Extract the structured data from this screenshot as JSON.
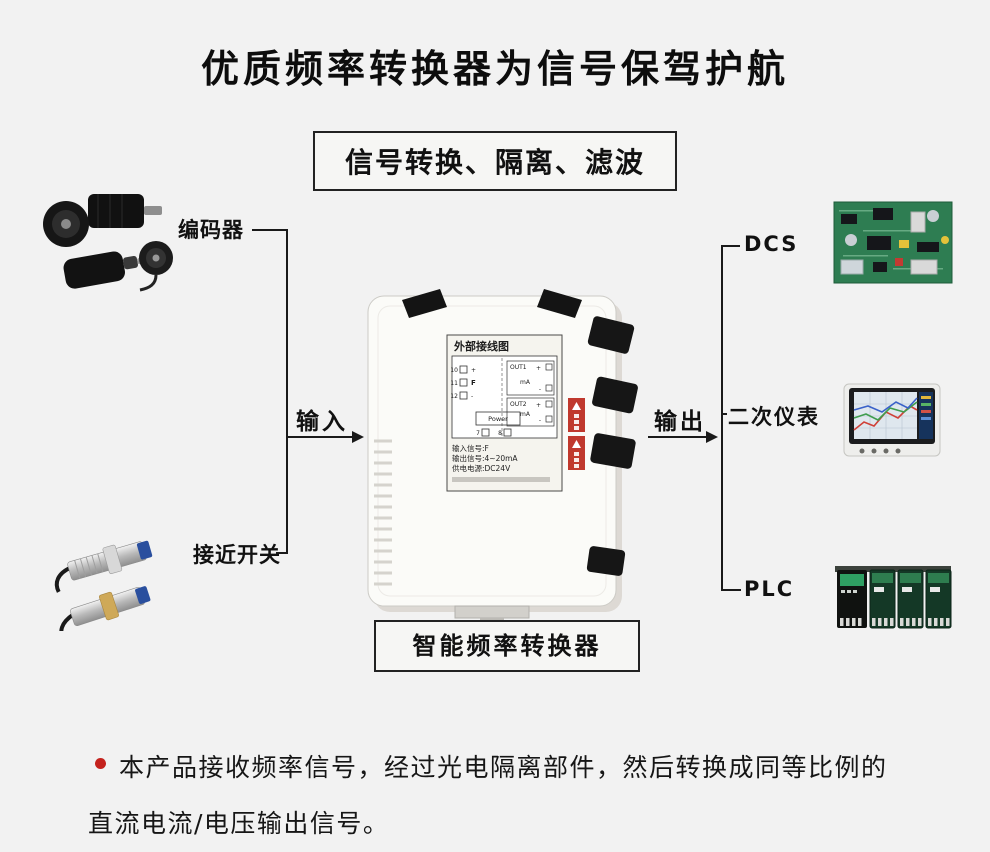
{
  "page": {
    "title": "优质频率转换器为信号保驾护航",
    "subtitle": "信号转换、隔离、滤波",
    "module_caption": "智能频率转换器",
    "description_line1": "本产品接收频率信号，经过光电隔离部件，然后转换成同等比例的",
    "description_line2": "直流电流/电压输出信号。"
  },
  "flow": {
    "input_label": "输入",
    "output_label": "输出"
  },
  "sources": [
    {
      "label": "编码器",
      "icon": "encoder-image"
    },
    {
      "label": "接近开关",
      "icon": "proximity-switch-image"
    }
  ],
  "destinations": [
    {
      "label": "DCS",
      "icon": "dcs-board-image"
    },
    {
      "label": "二次仪表",
      "icon": "secondary-instrument-image"
    },
    {
      "label": "PLC",
      "icon": "plc-image"
    }
  ],
  "module": {
    "diagram_title": "外部接线图",
    "left_terminals": [
      "10",
      "11",
      "12"
    ],
    "input_mark": "F",
    "plus_mark": "+",
    "minus_mark": "-",
    "out1_label": "OUT1",
    "out2_label": "OUT2",
    "power_label": "Power",
    "ma_mark": "mA",
    "power_terminals": [
      "7",
      "8"
    ],
    "specs": [
      "输入信号:F",
      "输出信号:4~20mA",
      "供电电源:DC24V"
    ]
  },
  "colors": {
    "background": "#f2f2f2",
    "line": "#1a1a1a",
    "accent_red": "#c4221d",
    "warning_red": "#c0392e"
  }
}
